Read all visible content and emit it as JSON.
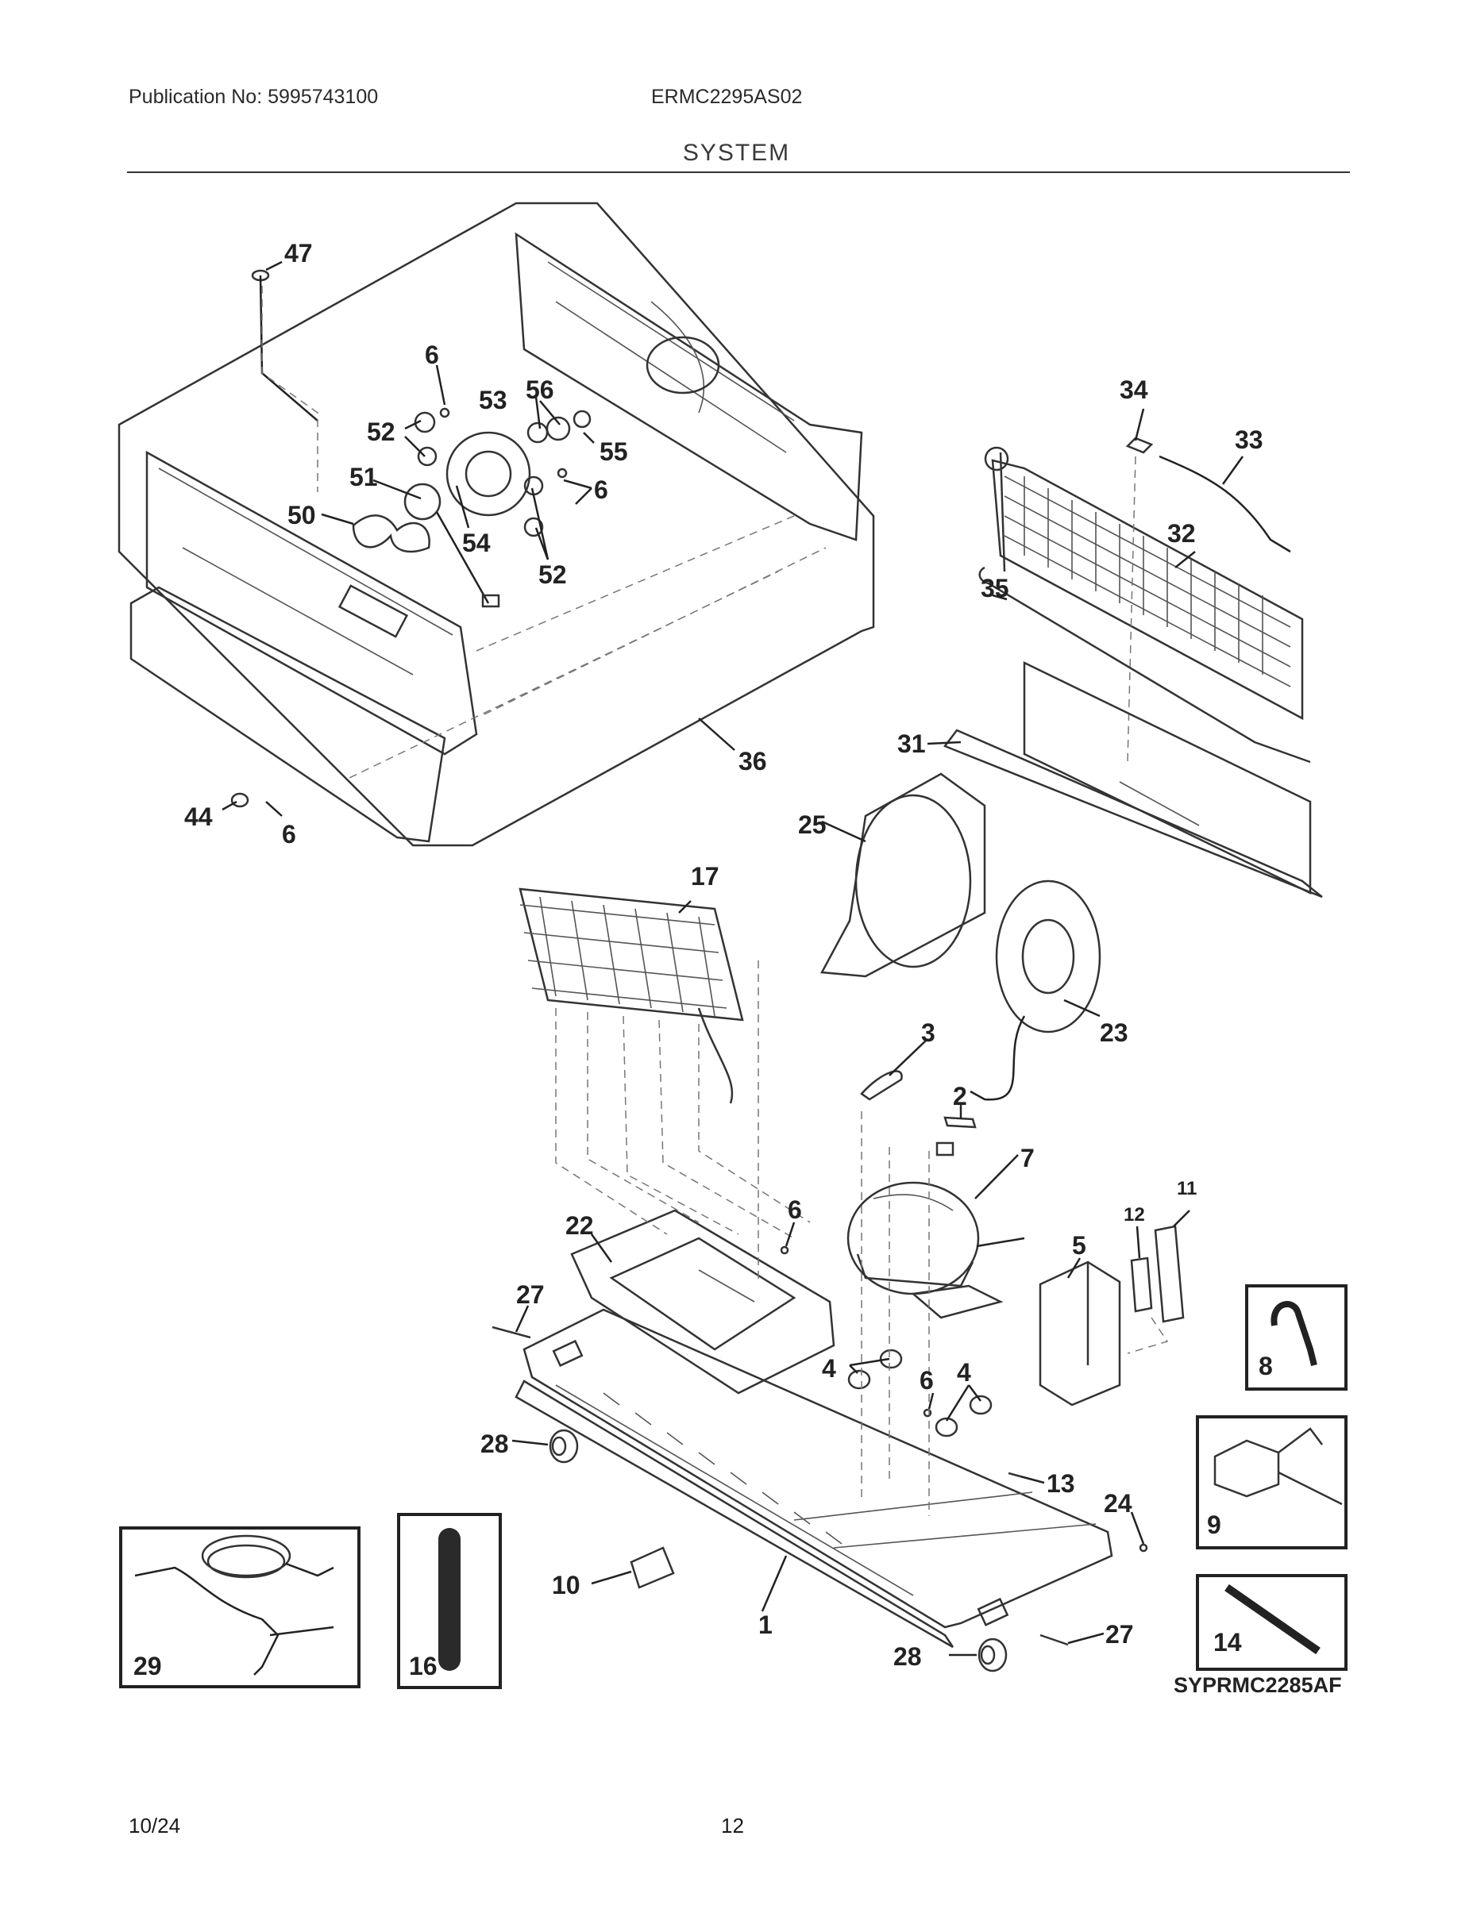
{
  "header": {
    "publication": "Publication No: 5995743100",
    "model": "ERMC2295AS02",
    "section": "SYSTEM"
  },
  "diagram": {
    "drawing_code": "SYPRMC2285AF",
    "callouts": {
      "c47": "47",
      "c6a": "6",
      "c53": "53",
      "c56": "56",
      "c52a": "52",
      "c55": "55",
      "c51": "51",
      "c6b": "6",
      "c50": "50",
      "c54": "54",
      "c52b": "52",
      "c36": "36",
      "c44": "44",
      "c6c": "6",
      "c34": "34",
      "c33": "33",
      "c32": "32",
      "c35": "35",
      "c31": "31",
      "c25": "25",
      "c17": "17",
      "c23": "23",
      "c3": "3",
      "c2": "2",
      "c7": "7",
      "c22": "22",
      "c6d": "6",
      "c11": "11",
      "c12": "12",
      "c5": "5",
      "c27a": "27",
      "c8": "8",
      "c4a": "4",
      "c6e": "6",
      "c4b": "4",
      "c28a": "28",
      "c13": "13",
      "c24": "24",
      "c9": "9",
      "c10": "10",
      "c1": "1",
      "c14": "14",
      "c27b": "27",
      "c28b": "28",
      "c29": "29",
      "c16": "16"
    }
  },
  "footer": {
    "date": "10/24",
    "page": "12"
  }
}
